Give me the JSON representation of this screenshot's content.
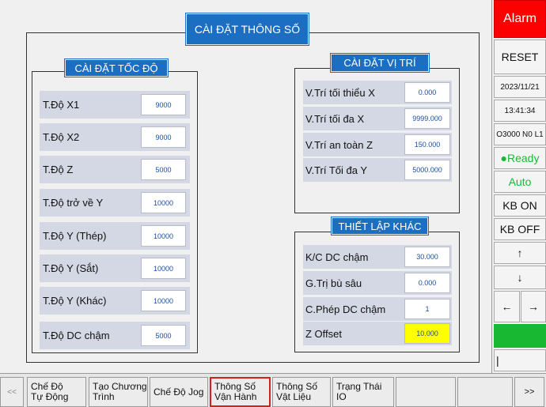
{
  "title": "CÀI ĐẶT THÔNG SỐ",
  "speed": {
    "title": "CÀI ĐẶT TỐC ĐỘ",
    "rows": [
      {
        "label": "T.Độ X1",
        "value": "9000"
      },
      {
        "label": "T.Độ X2",
        "value": "9000"
      },
      {
        "label": "T.Độ Z",
        "value": "5000"
      },
      {
        "label": "T.Độ trở về Y",
        "value": "10000"
      },
      {
        "label": "T.Độ Y (Thép)",
        "value": "10000"
      },
      {
        "label": "T.Độ Y (Sắt)",
        "value": "10000"
      },
      {
        "label": "T.Độ Y (Khác)",
        "value": "10000"
      },
      {
        "label": "T.Độ DC chậm",
        "value": "5000"
      }
    ]
  },
  "position": {
    "title": "CÀI ĐẶT VỊ TRÍ",
    "rows": [
      {
        "label": "V.Trí tối thiểu X",
        "value": "0.000"
      },
      {
        "label": "V.Trí tối đa X",
        "value": "9999.000"
      },
      {
        "label": "V.Trí an toàn Z",
        "value": "150.000"
      },
      {
        "label": "V.Trí Tối đa Y",
        "value": "5000.000"
      }
    ]
  },
  "other": {
    "title": "THIẾT LẬP KHÁC",
    "rows": [
      {
        "label": "K/C DC chậm",
        "value": "30.000"
      },
      {
        "label": "G.Trị bù sâu",
        "value": "0.000"
      },
      {
        "label": "C.Phép DC chậm",
        "value": "1"
      },
      {
        "label": "Z Offset",
        "value": "10.000"
      }
    ]
  },
  "side": {
    "alarm": "Alarm",
    "reset": "RESET",
    "date": "2023/11/21",
    "time": "13:41:34",
    "program": "O3000 N0 L1",
    "ready": "●Ready",
    "auto": "Auto",
    "kb_on": "KB ON",
    "kb_off": "KB OFF",
    "up": "↑",
    "down": "↓",
    "left": "←",
    "right": "→",
    "cursor": "|"
  },
  "bottom": {
    "prev": "<<",
    "next": ">>",
    "tabs": [
      {
        "line1": "Chế Độ",
        "line2": "Tự Động"
      },
      {
        "line1": "Tạo Chương",
        "line2": "Trình"
      },
      {
        "line1": "Chế Độ Jog",
        "line2": ""
      },
      {
        "line1": "Thông Số",
        "line2": "Vận Hành"
      },
      {
        "line1": "Thông Số",
        "line2": "Vật Liệu"
      },
      {
        "line1": "Trạng Thái IO",
        "line2": ""
      }
    ]
  },
  "colors": {
    "accent": "#1b6ec2",
    "alarm": "#ff0000",
    "ok": "#19b832",
    "highlight": "#ffff00",
    "active_tab": "#d62020"
  }
}
